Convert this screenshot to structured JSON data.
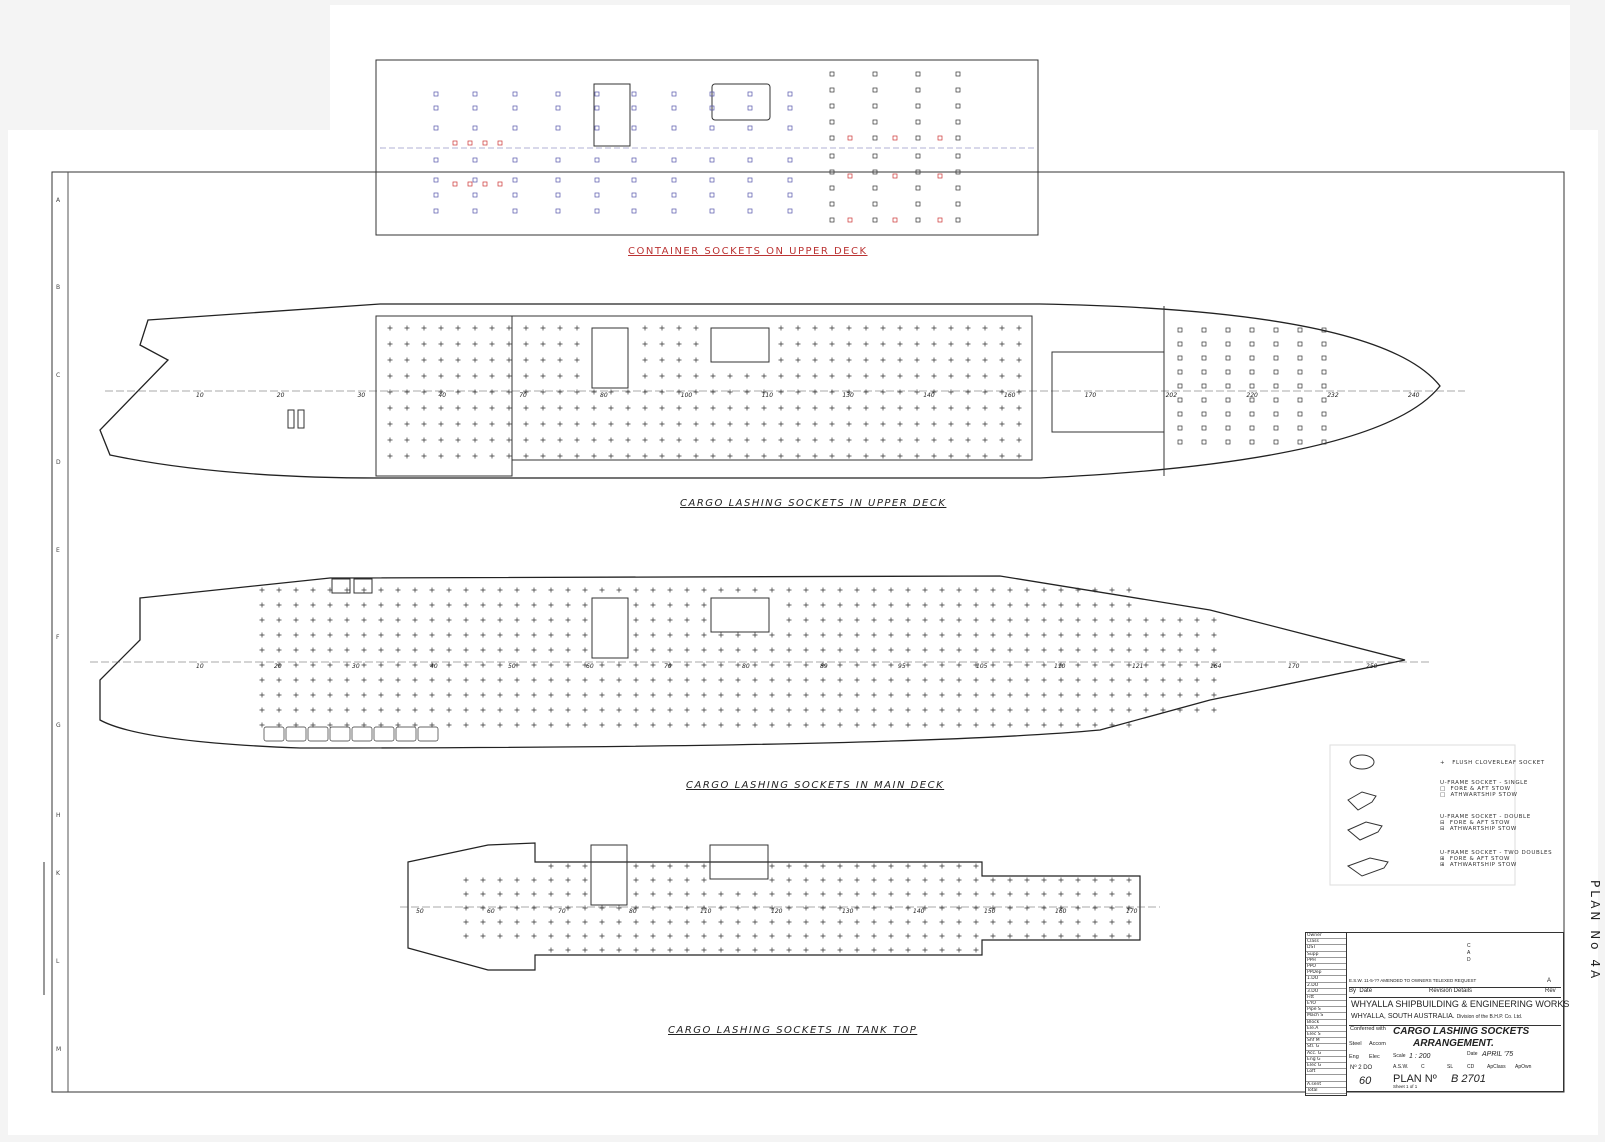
{
  "sections": {
    "container": "CONTAINER SOCKETS ON UPPER DECK",
    "upper_deck": "CARGO LASHING SOCKETS IN UPPER DECK",
    "main_deck": "CARGO LASHING SOCKETS IN MAIN DECK",
    "tank_top": "CARGO LASHING SOCKETS IN TANK TOP"
  },
  "row_letters": [
    "A",
    "B",
    "C",
    "D",
    "E",
    "F",
    "G",
    "H",
    "K",
    "L",
    "M"
  ],
  "frames": {
    "upper_deck": [
      "10",
      "20",
      "30",
      "40",
      "70",
      "80",
      "100",
      "110",
      "130",
      "140",
      "160",
      "170",
      "202",
      "220",
      "232",
      "240"
    ],
    "main_deck": [
      "10",
      "20",
      "30",
      "40",
      "50",
      "60",
      "70",
      "80",
      "89",
      "95",
      "105",
      "110",
      "121",
      "164",
      "170",
      "250"
    ],
    "tank_top": [
      "50",
      "60",
      "70",
      "80",
      "110",
      "120",
      "130",
      "140",
      "150",
      "160",
      "170"
    ]
  },
  "legend": [
    {
      "symbol": "+",
      "lines": [
        "FLUSH CLOVERLEAF SOCKET"
      ]
    },
    {
      "symbol": "□",
      "lines": [
        "U-FRAME SOCKET - SINGLE",
        "FORE & AFT STOW",
        "ATHWARTSHIP STOW"
      ]
    },
    {
      "symbol": "⊟",
      "lines": [
        "U-FRAME SOCKET - DOUBLE",
        "FORE & AFT STOW",
        "ATHWARTSHIP STOW"
      ]
    },
    {
      "symbol": "⊞",
      "lines": [
        "U-FRAME SOCKET - TWO DOUBLES",
        "FORE & AFT STOW",
        "ATHWARTSHIP STOW"
      ]
    }
  ],
  "title_block": {
    "dept_list": [
      "Owner",
      "Class",
      "DST",
      "Supp",
      "PPH",
      "PPO",
      "PPDep",
      "1.DO",
      "2.DO",
      "3.DO",
      "Fitt",
      "EYO",
      "Pipe S",
      "Mach S",
      "Block",
      "Ele.A",
      "Elec S",
      "Shf M",
      "Stl. G",
      "Acc. G",
      "Eng G",
      "Elec G",
      "Loft",
      "",
      "A.sent",
      "Total"
    ],
    "revisions": [
      "C",
      "A",
      "D"
    ],
    "revision_entry": {
      "by": "E.S.W.",
      "date": "11-5-??",
      "text": "AMENDED TO OWNERS TELEXED REQUEST",
      "rev": "A"
    },
    "rev_header": {
      "by": "By",
      "date": "Date",
      "details": "Revision Details",
      "rev": "Rev"
    },
    "company": "WHYALLA SHIPBUILDING & ENGINEERING WORKS",
    "location": "WHYALLA, SOUTH AUSTRALIA.",
    "division": "Division of the B.H.P. Co. Ltd.",
    "conferred": "Conferred with",
    "steel": "Steel",
    "accom": "Accom",
    "eng": "Eng",
    "elec": "Elec",
    "drawing_title_1": "CARGO LASHING SOCKETS",
    "drawing_title_2": "ARRANGEMENT.",
    "scale_label": "Scale",
    "scale": "1 : 200",
    "date_label": "Date",
    "date": "APRIL '75",
    "no_label": "Nº 2 DO",
    "drawn": "A.S.W.",
    "c": "C",
    "sl": "SL",
    "cd": "CD",
    "apclass": "ApClass",
    "apown": "ApOwn",
    "number": "60",
    "plan_label": "PLAN Nº",
    "plan_no": "B 2701",
    "sheet": "Sheet 1 of 1"
  },
  "side_text": "PLAN No 4A"
}
